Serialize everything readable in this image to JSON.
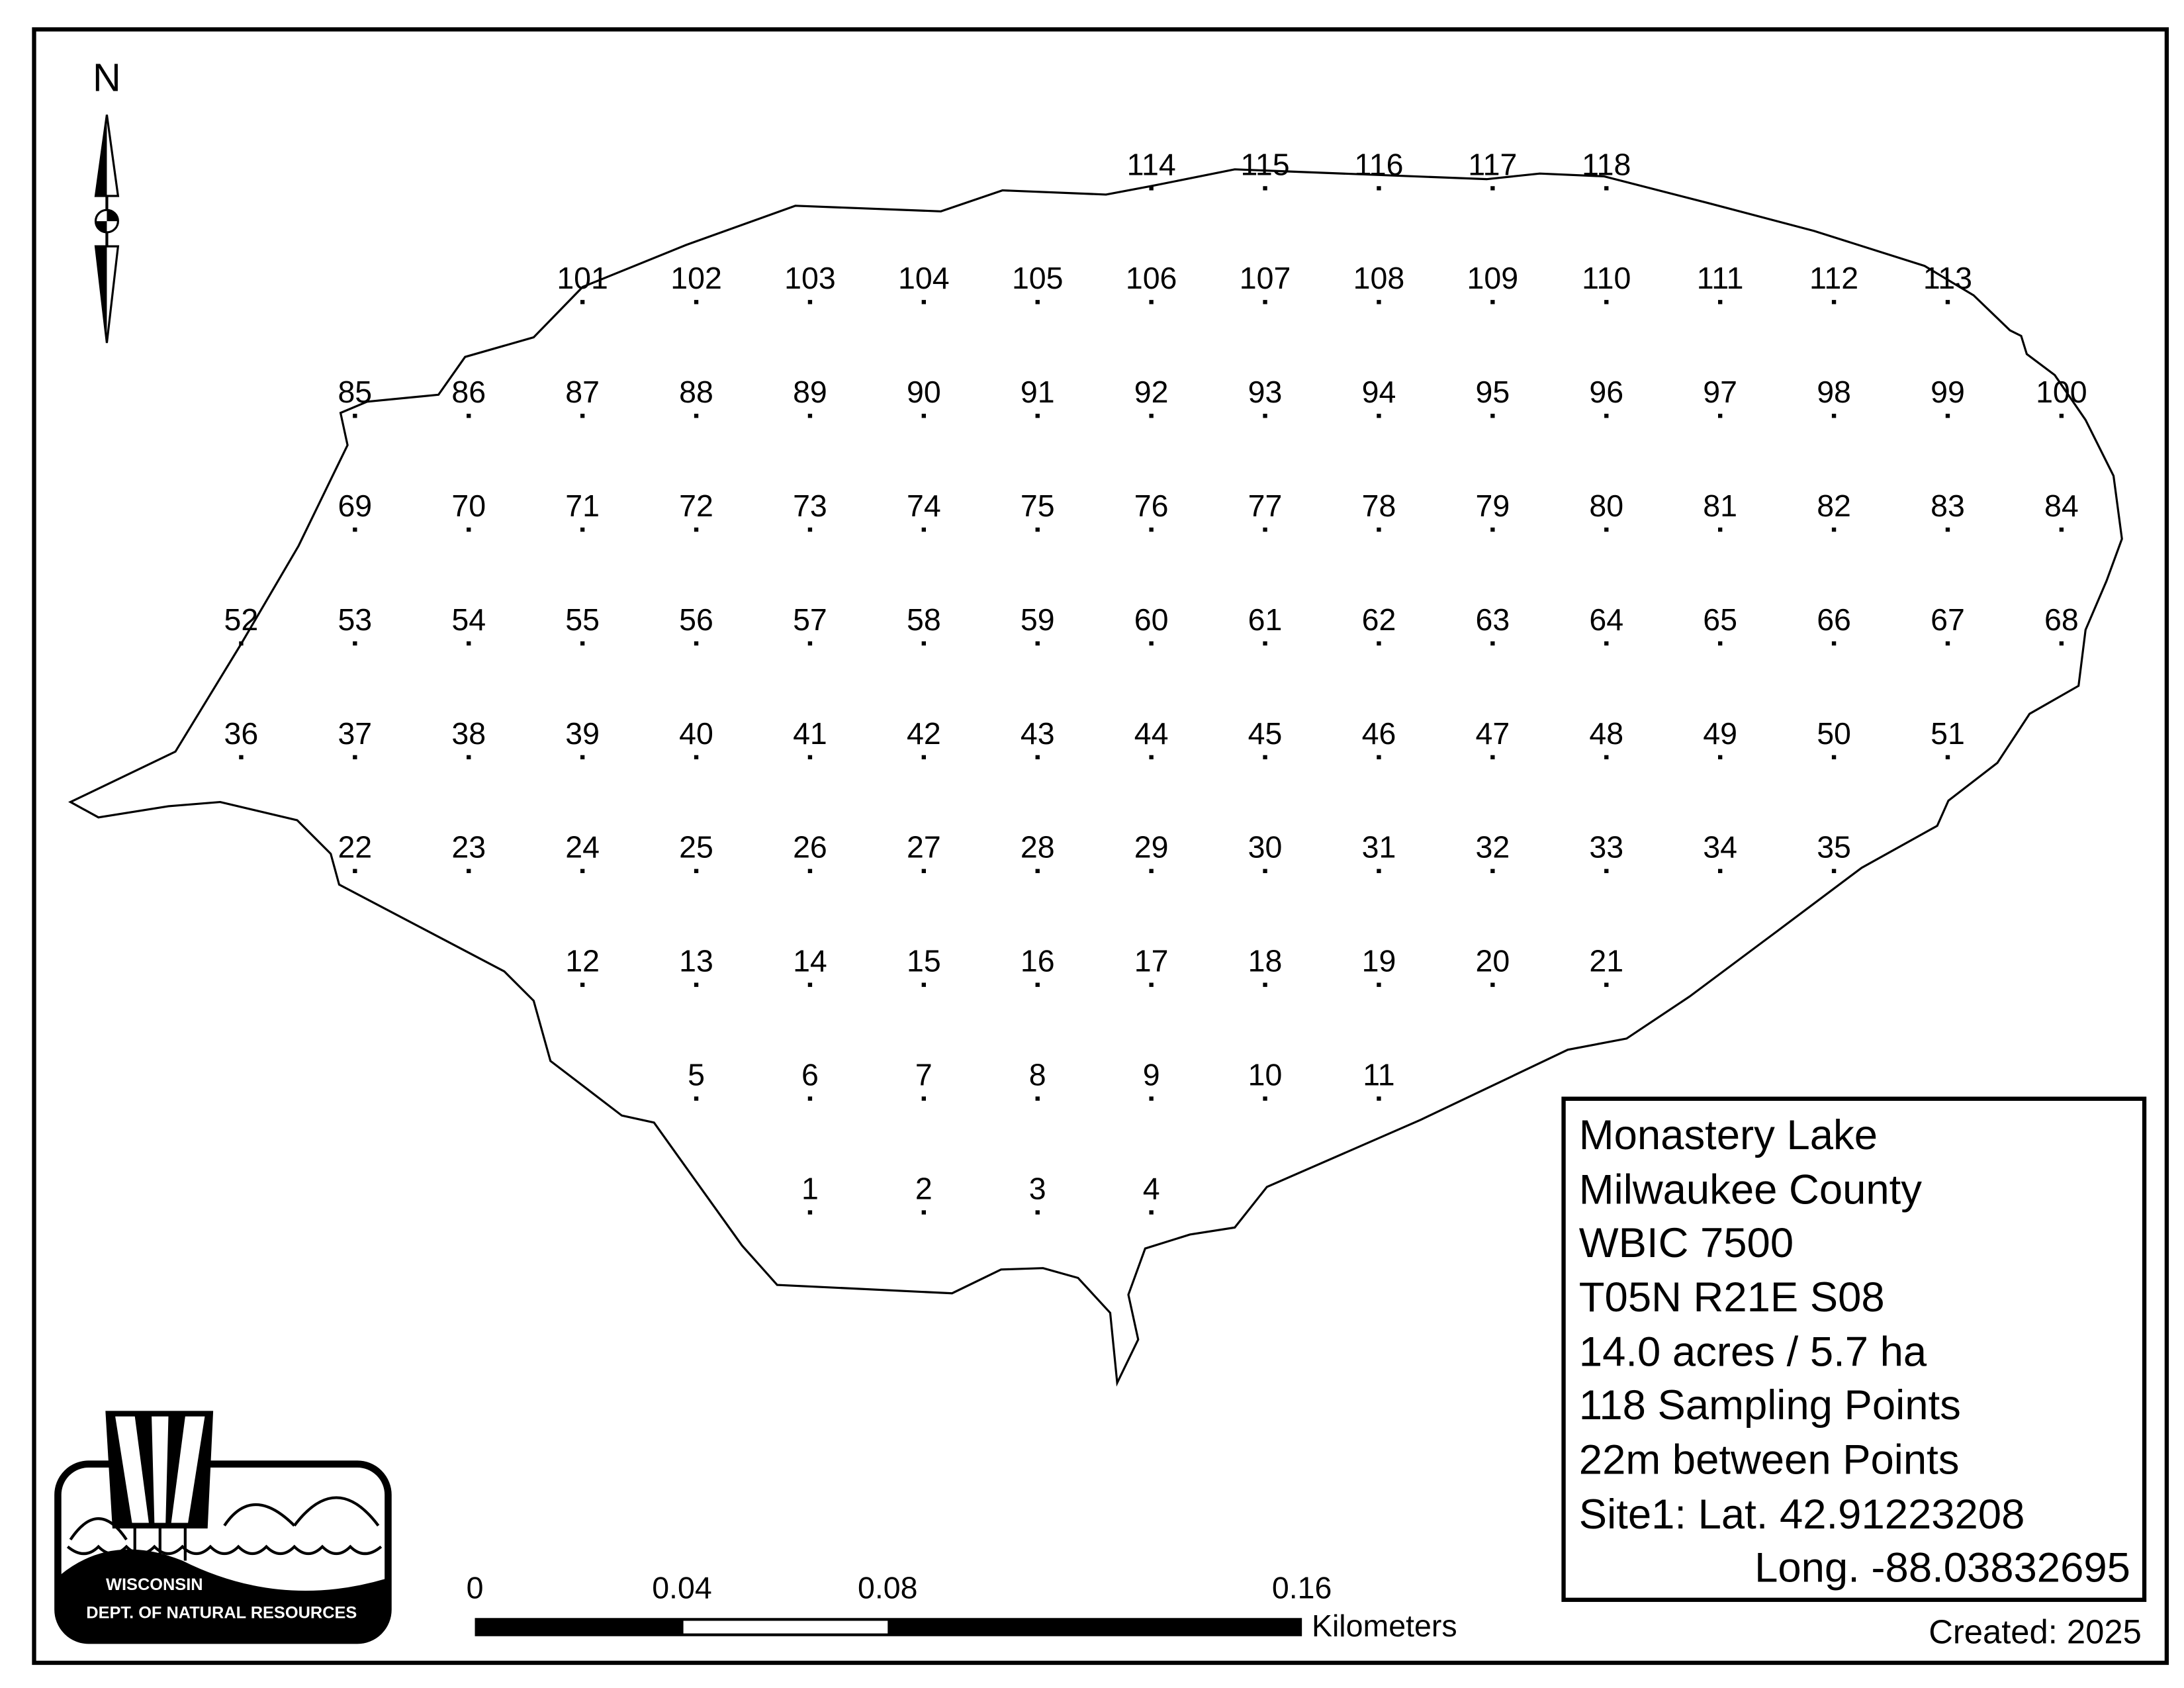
{
  "north_arrow": {
    "label": "N"
  },
  "legend": {
    "lines": [
      "Monastery Lake",
      "Milwaukee County",
      "WBIC 7500",
      "T05N R21E S08",
      "14.0 acres / 5.7 ha",
      "118 Sampling Points",
      "22m between Points",
      "Site1: Lat. 42.91223208",
      "Long. -88.03832695"
    ],
    "created": "Created: 2025"
  },
  "scale_bar": {
    "ticks": [
      "0",
      "0.04",
      "0.08",
      "0.16"
    ],
    "unit": "Kilometers"
  },
  "logo": {
    "line1": "WISCONSIN",
    "line2": "DEPT. OF NATURAL RESOURCES"
  },
  "sampling_points": {
    "rows": [
      [
        "114",
        "115",
        "116",
        "117",
        "118"
      ],
      [
        "101",
        "102",
        "103",
        "104",
        "105",
        "106",
        "107",
        "108",
        "109",
        "110",
        "111",
        "112",
        "113"
      ],
      [
        "85",
        "86",
        "87",
        "88",
        "89",
        "90",
        "91",
        "92",
        "93",
        "94",
        "95",
        "96",
        "97",
        "98",
        "99",
        "100"
      ],
      [
        "69",
        "70",
        "71",
        "72",
        "73",
        "74",
        "75",
        "76",
        "77",
        "78",
        "79",
        "80",
        "81",
        "82",
        "83",
        "84"
      ],
      [
        "52",
        "53",
        "54",
        "55",
        "56",
        "57",
        "58",
        "59",
        "60",
        "61",
        "62",
        "63",
        "64",
        "65",
        "66",
        "67",
        "68"
      ],
      [
        "36",
        "37",
        "38",
        "39",
        "40",
        "41",
        "42",
        "43",
        "44",
        "45",
        "46",
        "47",
        "48",
        "49",
        "50",
        "51"
      ],
      [
        "22",
        "23",
        "24",
        "25",
        "26",
        "27",
        "28",
        "29",
        "30",
        "31",
        "32",
        "33",
        "34",
        "35"
      ],
      [
        "12",
        "13",
        "14",
        "15",
        "16",
        "17",
        "18",
        "19",
        "20",
        "21"
      ],
      [
        "5",
        "6",
        "7",
        "8",
        "9",
        "10",
        "11"
      ],
      [
        "1",
        "2",
        "3",
        "4"
      ]
    ]
  }
}
